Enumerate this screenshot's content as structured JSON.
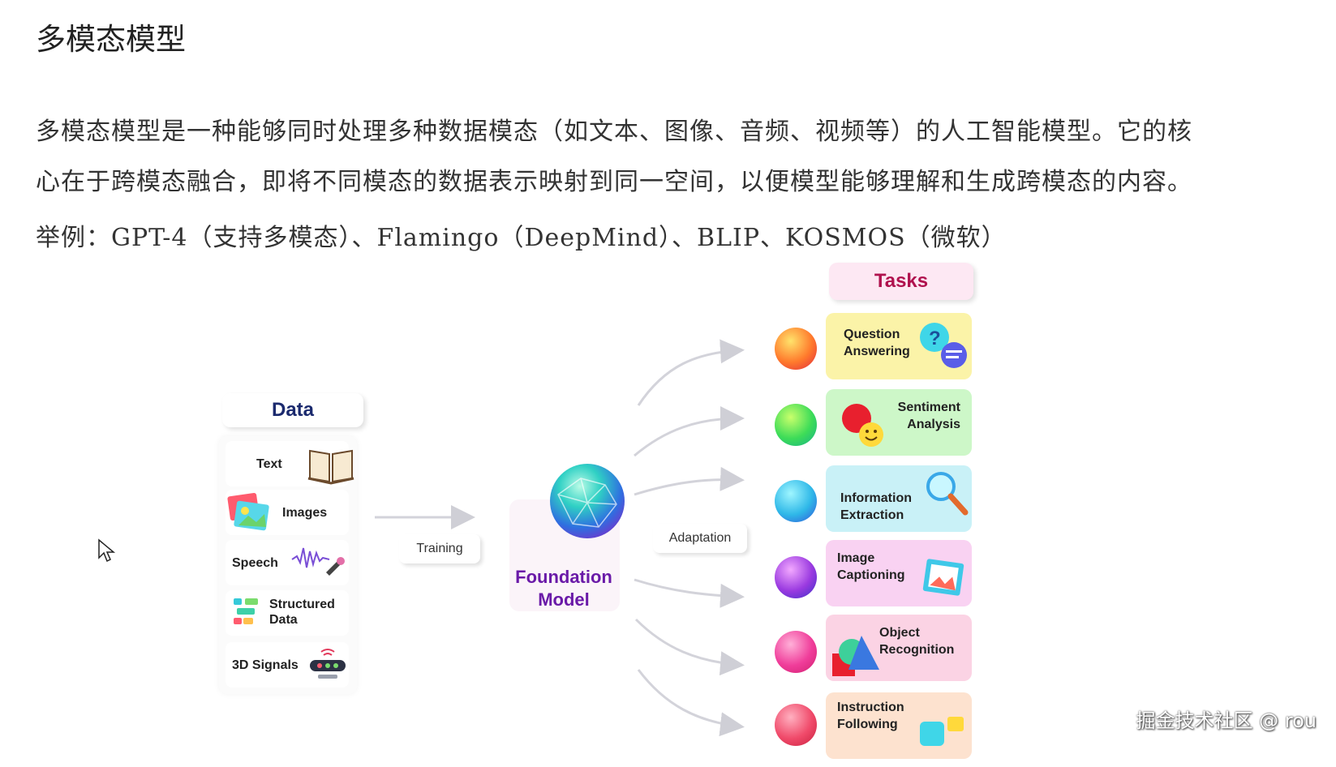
{
  "page": {
    "title": "多模态模型",
    "paragraph_line1": "多模态模型是一种能够同时处理多种数据模态（如文本、图像、音频、视频等）的人工智能模型。它的核",
    "paragraph_line2": "心在于跨模态融合，即将不同模态的数据表示映射到同一空间，以便模型能够理解和生成跨模态的内容。",
    "examples": "举例：GPT-4（支持多模态）、Flamingo（DeepMind）、BLIP、KOSMOS（微软）"
  },
  "diagram": {
    "data_header": "Data",
    "data_items": [
      {
        "label": "Text",
        "icon": "book-icon"
      },
      {
        "label": "Images",
        "icon": "photo-icon"
      },
      {
        "label": "Speech",
        "icon": "sound-wave-icon"
      },
      {
        "label": "Structured Data",
        "icon": "structured-data-icon"
      },
      {
        "label": "3D Signals",
        "icon": "sensor-icon"
      }
    ],
    "training_label": "Training",
    "foundation_label_line1": "Foundation",
    "foundation_label_line2": "Model",
    "adaptation_label": "Adaptation",
    "tasks_header": "Tasks",
    "tasks": [
      {
        "line1": "Question",
        "line2": "Answering",
        "icon": "question-bubble-icon",
        "color": "#fbf3a8"
      },
      {
        "line1": "Sentiment",
        "line2": "Analysis",
        "icon": "emoji-icon",
        "color": "#cdf7c8"
      },
      {
        "line1": "Information",
        "line2": "Extraction",
        "icon": "magnifier-icon",
        "color": "#c9f1f7"
      },
      {
        "line1": "Image",
        "line2": "Captioning",
        "icon": "picture-icon",
        "color": "#f9d2f2"
      },
      {
        "line1": "Object",
        "line2": "Recognition",
        "icon": "shapes-icon",
        "color": "#fbd3e4"
      },
      {
        "line1": "Instruction",
        "line2": "Following",
        "icon": "robot-icon",
        "color": "#fde2cf"
      }
    ]
  },
  "watermark": "掘金技术社区 @ rou"
}
